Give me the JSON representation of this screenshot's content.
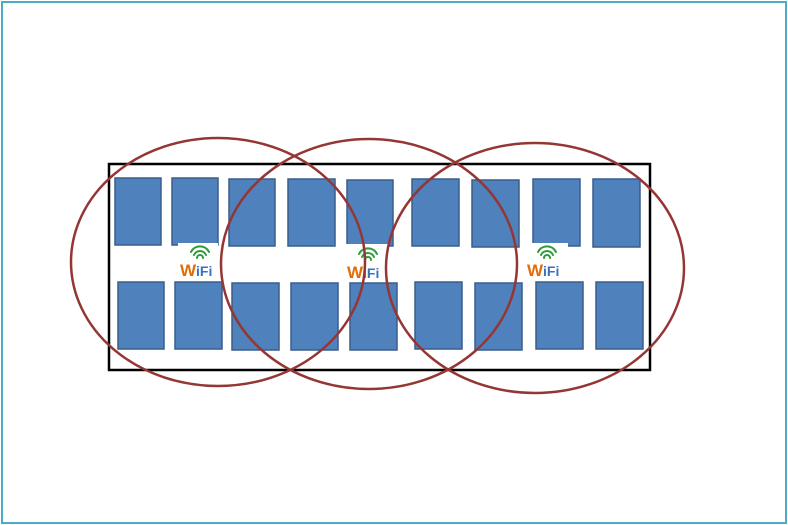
{
  "diagram": {
    "colors": {
      "border": "#4bacc6",
      "room_outline": "#000000",
      "desk_fill": "#4f81bd",
      "desk_stroke": "#385d8a",
      "coverage_circle": "#943634",
      "wifi_arcs": "#2e9b3a",
      "wifi_w": "#e36c09",
      "wifi_fi": "#3b6fc2"
    },
    "desk_rows": 2,
    "desks_per_row": 9,
    "access_points": [
      {
        "label_w": "W",
        "label_fi": "iFi",
        "icon": "wifi-icon"
      },
      {
        "label_w": "W",
        "label_fi": "iFi",
        "icon": "wifi-icon"
      },
      {
        "label_w": "W",
        "label_fi": "iFi",
        "icon": "wifi-icon"
      }
    ]
  }
}
